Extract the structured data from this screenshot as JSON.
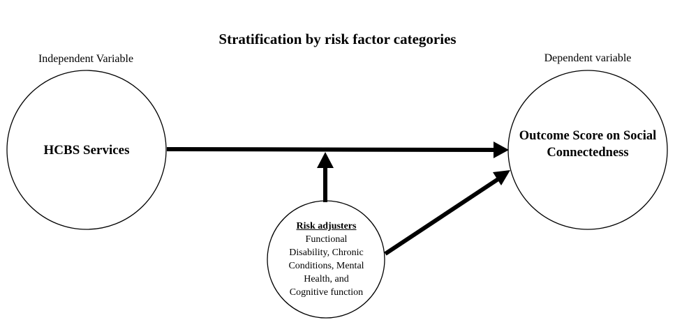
{
  "diagram": {
    "title": "Stratification by risk factor categories",
    "independent_caption": "Independent Variable",
    "dependent_caption": "Dependent variable",
    "nodes": {
      "hcbs": {
        "label": "HCBS Services"
      },
      "outcome": {
        "label": "Outcome Score on Social Connectedness"
      },
      "risk": {
        "title": "Risk adjusters",
        "body": "Functional\nDisability, Chronic\nConditions, Mental\nHealth, and\nCognitive function"
      }
    },
    "edges": [
      {
        "from": "hcbs",
        "to": "outcome",
        "label": ""
      },
      {
        "from": "risk",
        "to": "hcbs-outcome-edge",
        "label": ""
      },
      {
        "from": "risk",
        "to": "outcome",
        "label": ""
      }
    ],
    "colors": {
      "stroke": "#000000",
      "background": "#ffffff"
    }
  }
}
